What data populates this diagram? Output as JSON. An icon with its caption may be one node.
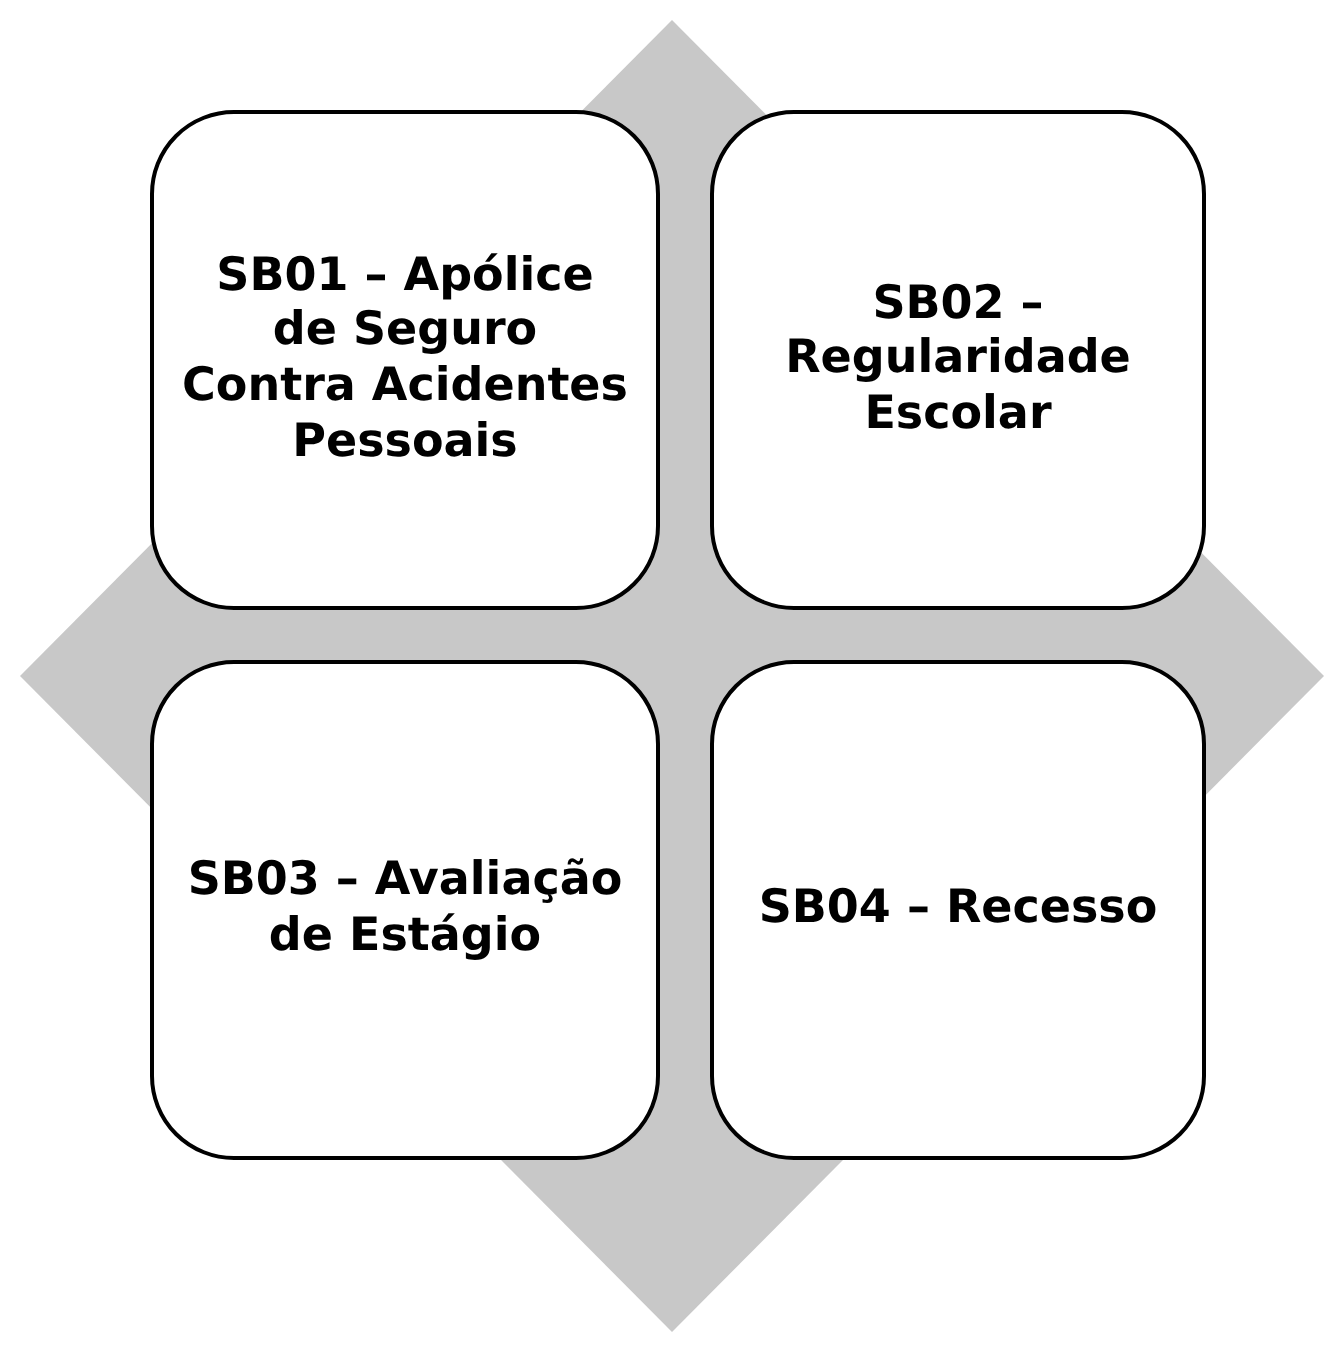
{
  "diagram": {
    "nodes": [
      {
        "text": [
          "SB01 – Apólice de Seguro Contra Acidentes Pessoais"
        ]
      },
      {
        "text": [
          "SB02 – Regularidade Escolar"
        ]
      },
      {
        "text": [
          "SB03 – Avaliação de Estágio"
        ]
      },
      {
        "text": [
          "SB04 – Recesso"
        ]
      }
    ]
  }
}
